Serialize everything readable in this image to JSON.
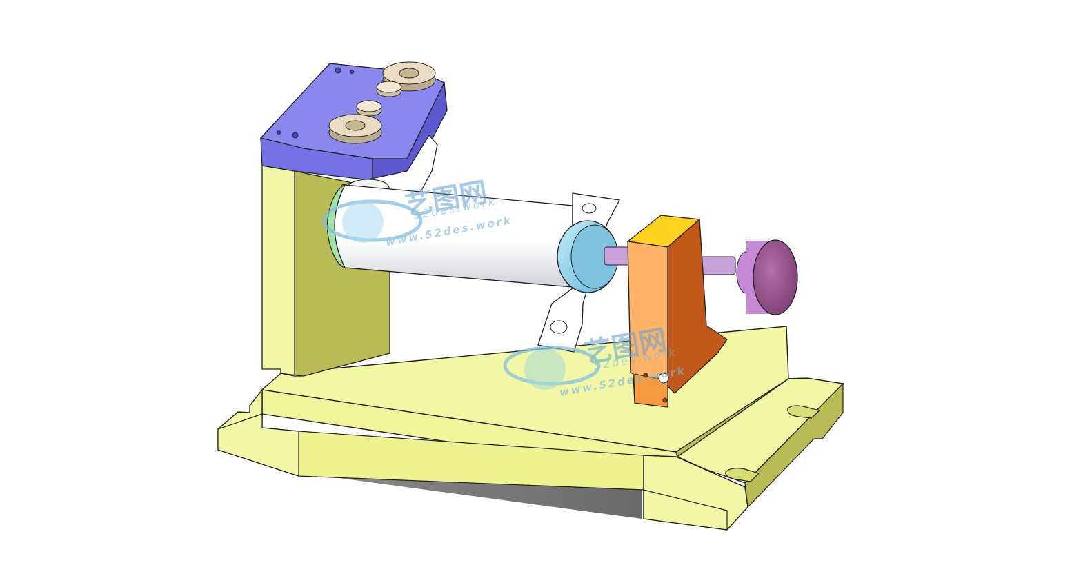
{
  "watermark": {
    "cn": "艺图网",
    "url_top": "52des.work",
    "url_bottom": "www.52des.work",
    "cn_2": "艺图网",
    "url_top_2": "52des.work",
    "url_bottom_2": "www.52des.work"
  },
  "colors": {
    "base_top": "#f2f7a5",
    "base_side": "#b9bc55",
    "base_front": "#e8ef8d",
    "plate": "#8a87ee",
    "plate_side": "#5d5ad0",
    "nut": "#e9dcc0",
    "cylinder": "#ffffff",
    "cylinder_shade": "#d4d6dc",
    "ring_green": "#9fe3a6",
    "endcap": "#9ad9ee",
    "block_front": "#ffb366",
    "block_side": "#c2591a",
    "block_top": "#ffd21f",
    "knob": "#c58ad3",
    "knob_face": "#8d4b86",
    "shaft": "#c9a0da",
    "shadow": "#6e6e6e"
  }
}
